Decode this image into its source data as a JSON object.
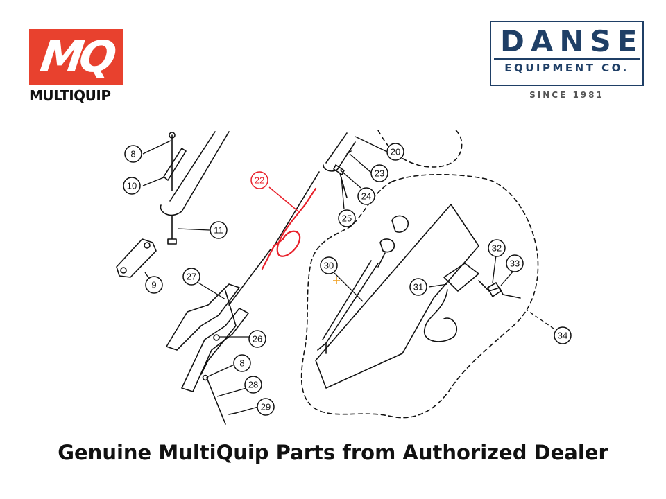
{
  "brand_left": {
    "badge_text": "MQ",
    "name": "MULTIQUIP",
    "color": "#e8412e"
  },
  "brand_right": {
    "name": "DANSE",
    "subtitle": "EQUIPMENT CO.",
    "since": "SINCE 1981",
    "color": "#1f3f66"
  },
  "diagram": {
    "highlight_color": "#e8202a",
    "callouts": [
      {
        "label": "8",
        "highlighted": false
      },
      {
        "label": "10",
        "highlighted": false
      },
      {
        "label": "11",
        "highlighted": false
      },
      {
        "label": "9",
        "highlighted": false
      },
      {
        "label": "22",
        "highlighted": true
      },
      {
        "label": "20",
        "highlighted": false
      },
      {
        "label": "23",
        "highlighted": false
      },
      {
        "label": "24",
        "highlighted": false
      },
      {
        "label": "25",
        "highlighted": false
      },
      {
        "label": "27",
        "highlighted": false
      },
      {
        "label": "26",
        "highlighted": false
      },
      {
        "label": "8",
        "highlighted": false
      },
      {
        "label": "28",
        "highlighted": false
      },
      {
        "label": "29",
        "highlighted": false
      },
      {
        "label": "30",
        "highlighted": false
      },
      {
        "label": "31",
        "highlighted": false
      },
      {
        "label": "32",
        "highlighted": false
      },
      {
        "label": "33",
        "highlighted": false
      },
      {
        "label": "34",
        "highlighted": false
      }
    ]
  },
  "caption": "Genuine MultiQuip Parts from Authorized Dealer"
}
